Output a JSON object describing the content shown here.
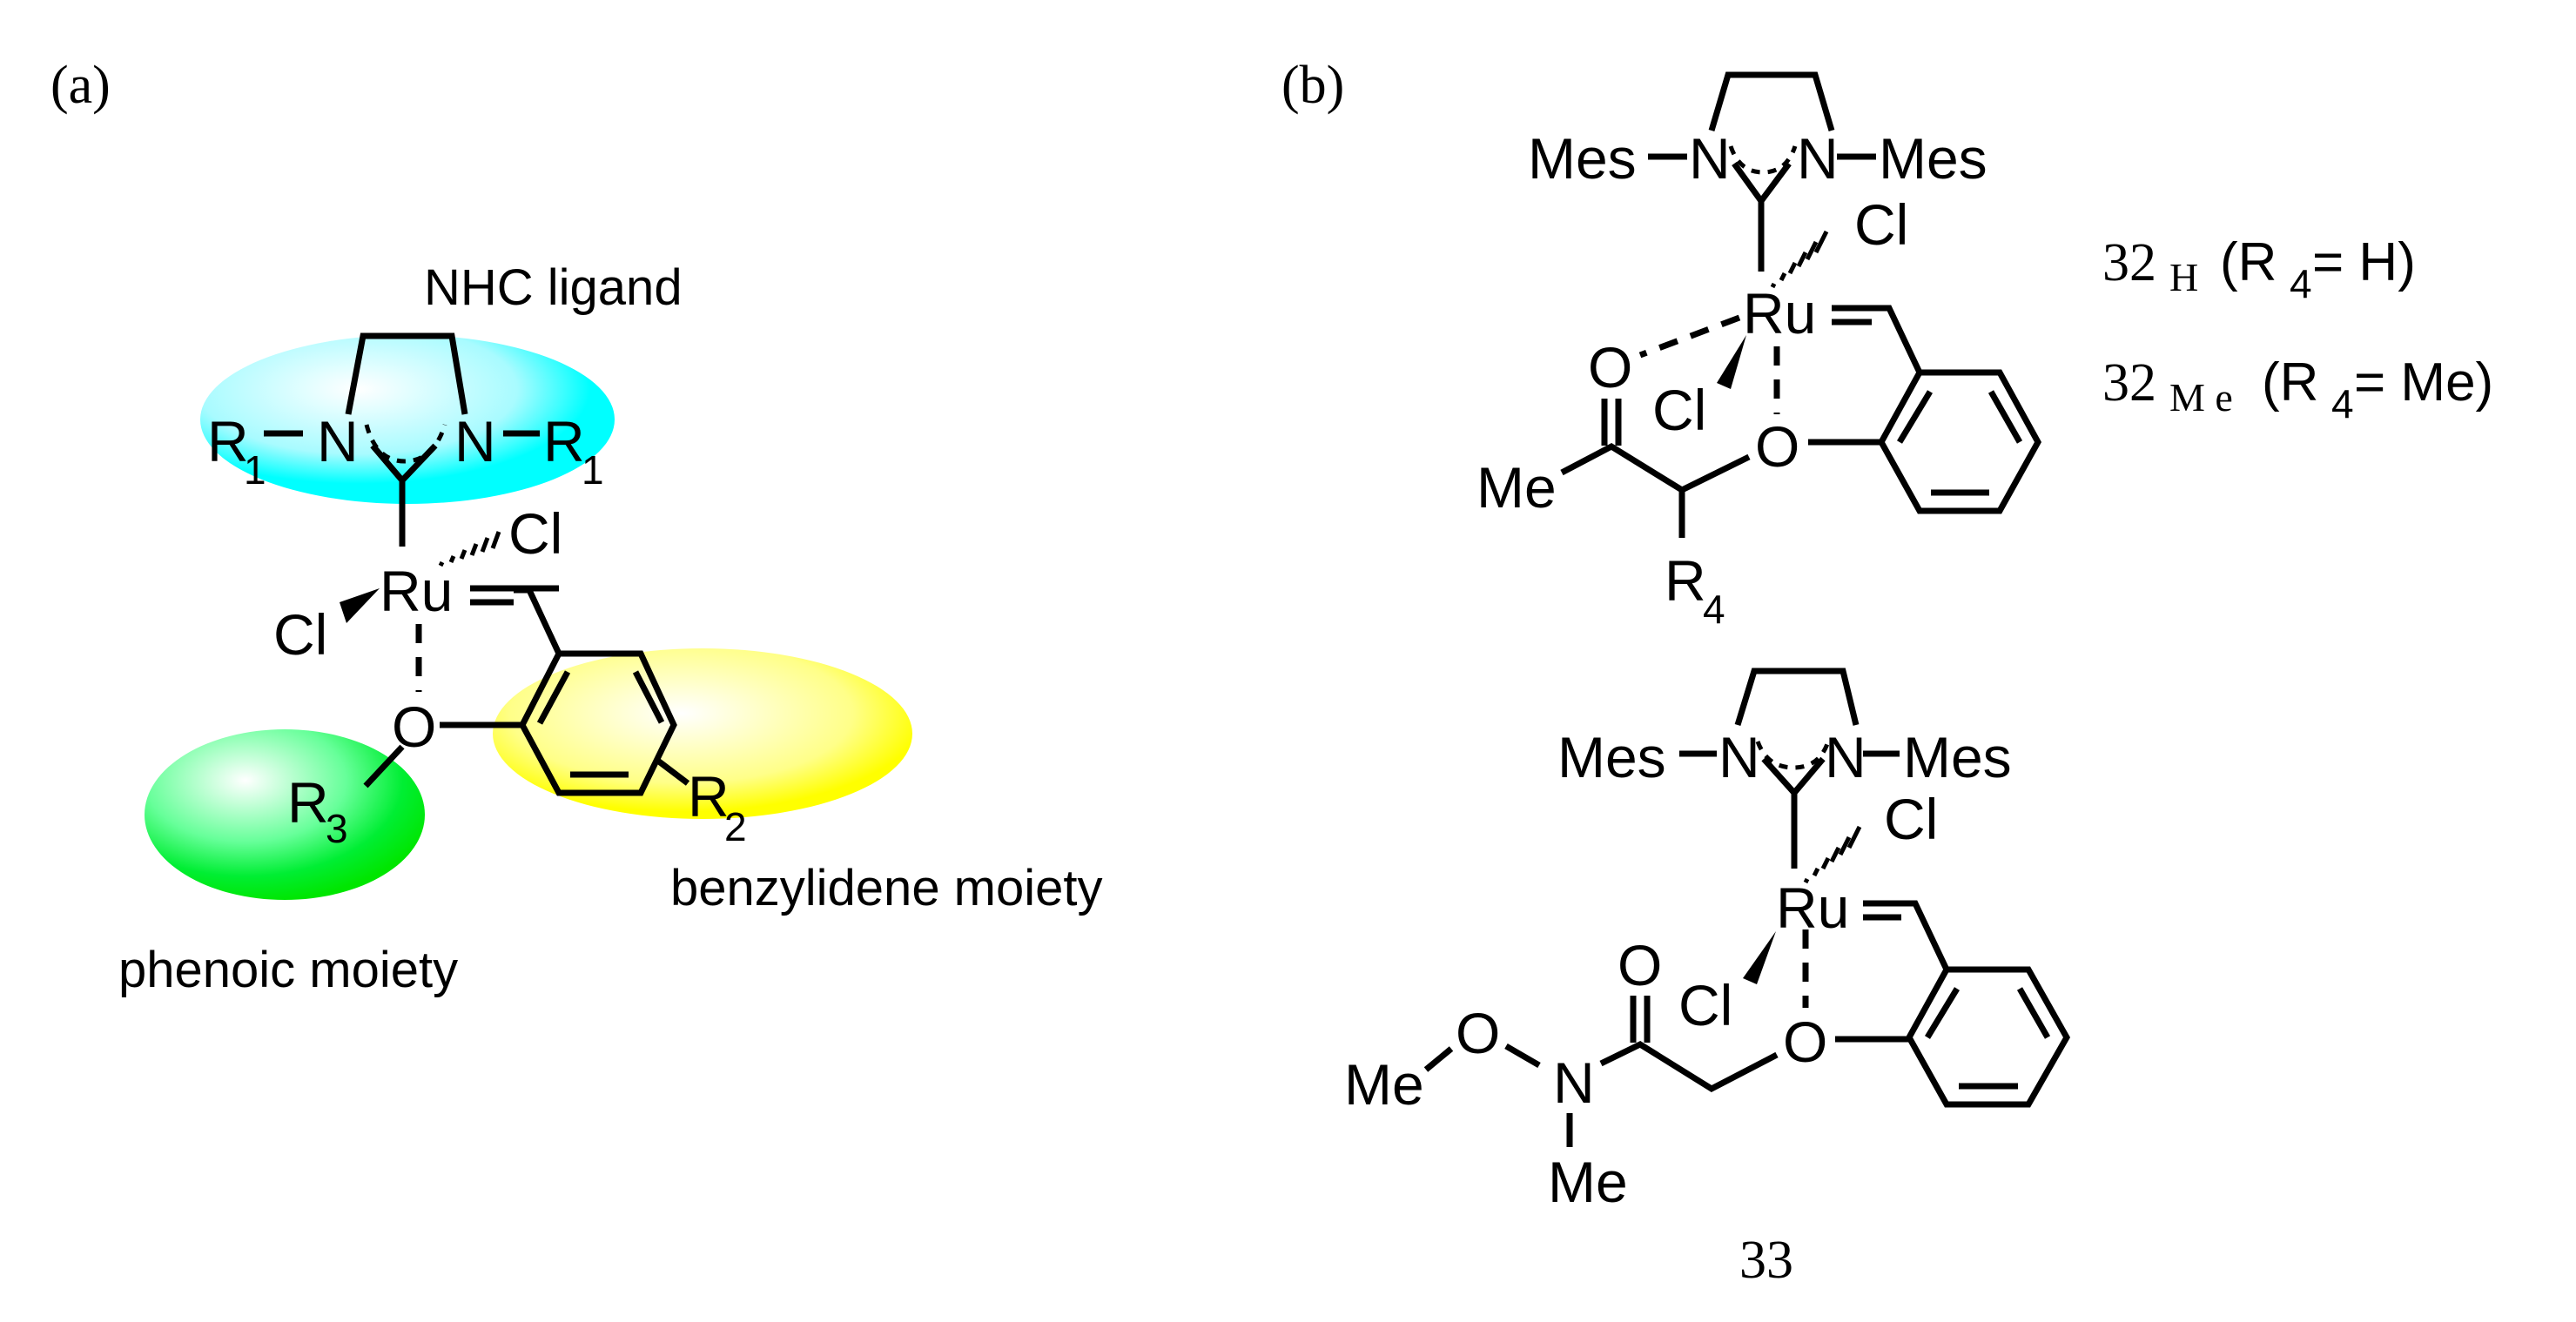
{
  "figure": {
    "panel_a": {
      "label": "(a)",
      "ligand_caption": "NHC ligand",
      "benzylidene_caption": "benzylidene moiety",
      "phenoic_caption": "phenoic moiety",
      "atoms": {
        "r1_left": "R",
        "r1_left_sub": "1",
        "n_left": "N",
        "n_right": "N",
        "r1_right": "R",
        "r1_right_sub": "1",
        "ru": "Ru",
        "cl_top": "Cl",
        "cl_left": "Cl",
        "o": "O",
        "r3": "R",
        "r3_sub": "3",
        "r2": "R",
        "r2_sub": "2"
      },
      "highlights": {
        "nhc_color": "#00FFFF",
        "phenoic_color": "#00EE00",
        "benzylidene_color": "#FFFF00"
      }
    },
    "panel_b": {
      "label": "(b)",
      "compound_32": {
        "atoms": {
          "mes_left": "Mes",
          "n_left": "N",
          "n_right": "N",
          "mes_right": "Mes",
          "ru": "Ru",
          "cl_top": "Cl",
          "cl_bottom": "Cl",
          "o_carbonyl": "O",
          "o_ether": "O",
          "me": "Me",
          "r4": "R",
          "r4_sub": "4"
        },
        "variants": [
          {
            "id": "32",
            "suffix": "H",
            "desc_open": "(R",
            "desc_sub": "4",
            "desc_close": " = H)"
          },
          {
            "id": "32",
            "suffix": "M e",
            "desc_open": "(R",
            "desc_sub": "4",
            "desc_close": " = Me)"
          }
        ]
      },
      "compound_33": {
        "id": "33",
        "atoms": {
          "mes_left": "Mes",
          "n_left": "N",
          "n_right": "N",
          "mes_right": "Mes",
          "ru": "Ru",
          "cl_top": "Cl",
          "cl_bottom": "Cl",
          "o_carbonyl": "O",
          "o_ether": "O",
          "o_methoxy": "O",
          "n_amide": "N",
          "me_methoxy": "Me",
          "me_n": "Me"
        }
      }
    }
  }
}
